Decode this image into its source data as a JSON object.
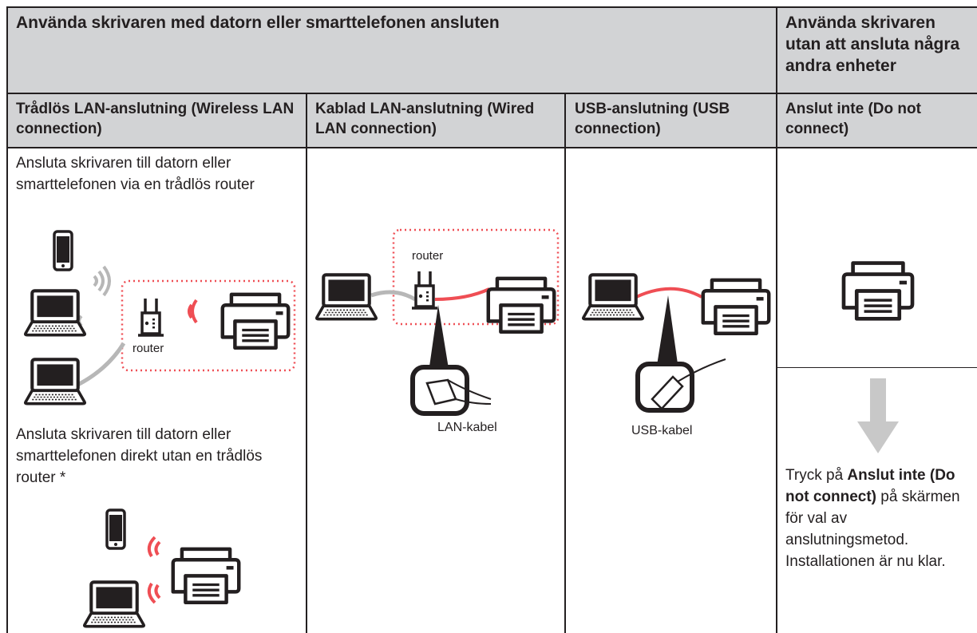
{
  "header": {
    "connected_title": "Använda skrivaren med datorn eller smarttelefonen ansluten",
    "unconnected_title": "Använda skrivaren utan att ansluta några andra enheter"
  },
  "columns": {
    "wireless": {
      "title": "Trådlös LAN-anslutning (Wireless LAN connection)"
    },
    "wired": {
      "title": "Kablad LAN-anslutning (Wired LAN connection)"
    },
    "usb": {
      "title": "USB-anslutning (USB connection)"
    },
    "none": {
      "title": "Anslut inte (Do not connect)"
    }
  },
  "wireless": {
    "router_text": "Ansluta skrivaren till datorn eller smarttelefonen via en trådlös router",
    "router_label": "router",
    "direct_text": "Ansluta skrivaren till datorn eller smarttelefonen direkt utan en trådlös router *"
  },
  "wired": {
    "router_label": "router",
    "cable_label": "LAN-kabel"
  },
  "usb": {
    "cable_label": "USB-kabel"
  },
  "none": {
    "instr_pre": "Tryck på ",
    "instr_bold": "Anslut inte (Do not connect)",
    "instr_post": " på skärmen för val av anslutningsmetod. Installationen är nu klar."
  },
  "colors": {
    "header_bg": "#d2d3d5",
    "rule": "#231f20",
    "accent_red": "#ef4e54",
    "cable_gray": "#b7b7b7",
    "arrow_gray": "#c8c8c8"
  }
}
